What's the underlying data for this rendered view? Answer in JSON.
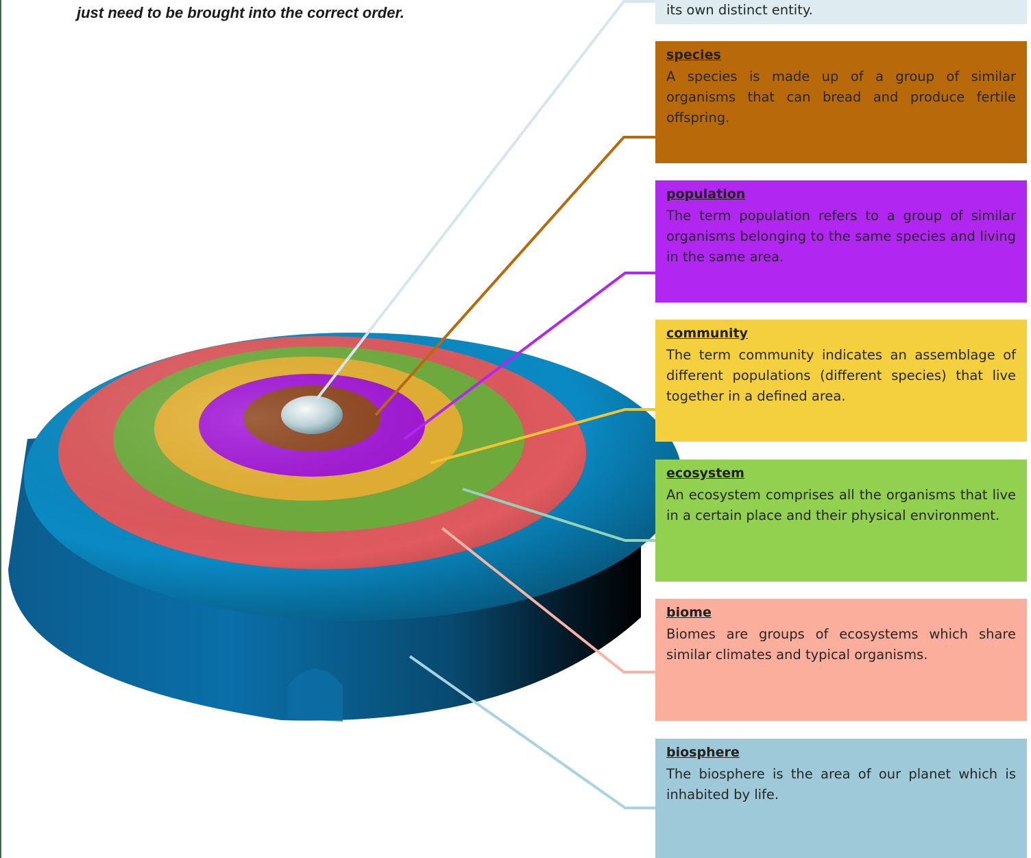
{
  "instruction": "just need to be brought into the correct order.",
  "cards": [
    {
      "key": "organism",
      "term": "",
      "desc": "its own distinct entity.",
      "color": "#deebf0"
    },
    {
      "key": "species",
      "term": "species",
      "desc": "A species is made up of a group of similar organisms that can bread and produce fertile offspring.",
      "color": "#b8690a"
    },
    {
      "key": "population",
      "term": "population",
      "desc": "The term population refers to a group of similar organisms belonging to the same species and living in the same area.",
      "color": "#b226f2"
    },
    {
      "key": "community",
      "term": "community",
      "desc": "The term community indicates an assemblage of different populations (different species) that live together in a defined area.",
      "color": "#f4d03f"
    },
    {
      "key": "ecosystem",
      "term": "ecosystem",
      "desc": "An ecosystem comprises all the organisms that live in a certain place and their physical environment.",
      "color": "#92d050"
    },
    {
      "key": "biome",
      "term": "biome",
      "desc": "Biomes are groups of ecosystems which share similar climates and typical organisms.",
      "color": "#fbae9b"
    },
    {
      "key": "biosphere",
      "term": "biosphere",
      "desc": "The biosphere is the area of our planet which is inhabited by life.",
      "color": "#9ec9d8"
    }
  ],
  "rings": {
    "biosphere": "#0a8ac4",
    "biome": "#e05a5e",
    "ecosystem": "#6fae3c",
    "community": "#e7b12e",
    "population": "#a010d8",
    "species": "#8a3e14",
    "organism": "#c8dde2"
  },
  "leader_colors": {
    "organism": "#d4e7ee",
    "species": "#b8690a",
    "population": "#b226f2",
    "community": "#f4c430",
    "ecosystem": "#8fd3b8",
    "biome": "#f7b3a3",
    "biosphere": "#a8d3e0"
  }
}
